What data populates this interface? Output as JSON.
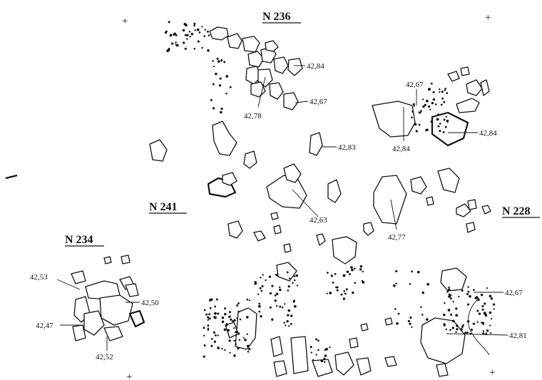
{
  "plan": {
    "sector_labels": [
      {
        "id": "n236",
        "text": "N 236"
      },
      {
        "id": "n241",
        "text": "N 241"
      },
      {
        "id": "n228",
        "text": "N 228"
      },
      {
        "id": "n234",
        "text": "N 234"
      }
    ],
    "elevations": [
      {
        "id": "e1",
        "text": "42,84"
      },
      {
        "id": "e2",
        "text": "42,78"
      },
      {
        "id": "e3",
        "text": "42,67"
      },
      {
        "id": "e4",
        "text": "42,67"
      },
      {
        "id": "e5",
        "text": "42,84"
      },
      {
        "id": "e6",
        "text": "42,84"
      },
      {
        "id": "e7",
        "text": "42,83"
      },
      {
        "id": "e8",
        "text": "42,63"
      },
      {
        "id": "e9",
        "text": "42,77"
      },
      {
        "id": "e10",
        "text": "42,53"
      },
      {
        "id": "e11",
        "text": "42,50"
      },
      {
        "id": "e12",
        "text": "42,47"
      },
      {
        "id": "e13",
        "text": "42,52"
      },
      {
        "id": "e14",
        "text": "42,67"
      },
      {
        "id": "e15",
        "text": "42,81"
      }
    ],
    "crosses": [
      {
        "id": "c1",
        "text": "+"
      },
      {
        "id": "c2",
        "text": "+"
      },
      {
        "id": "c3",
        "text": "+"
      },
      {
        "id": "c4",
        "text": "+"
      }
    ],
    "colors": {
      "ink": "#111111",
      "paper": "#ffffff"
    }
  }
}
